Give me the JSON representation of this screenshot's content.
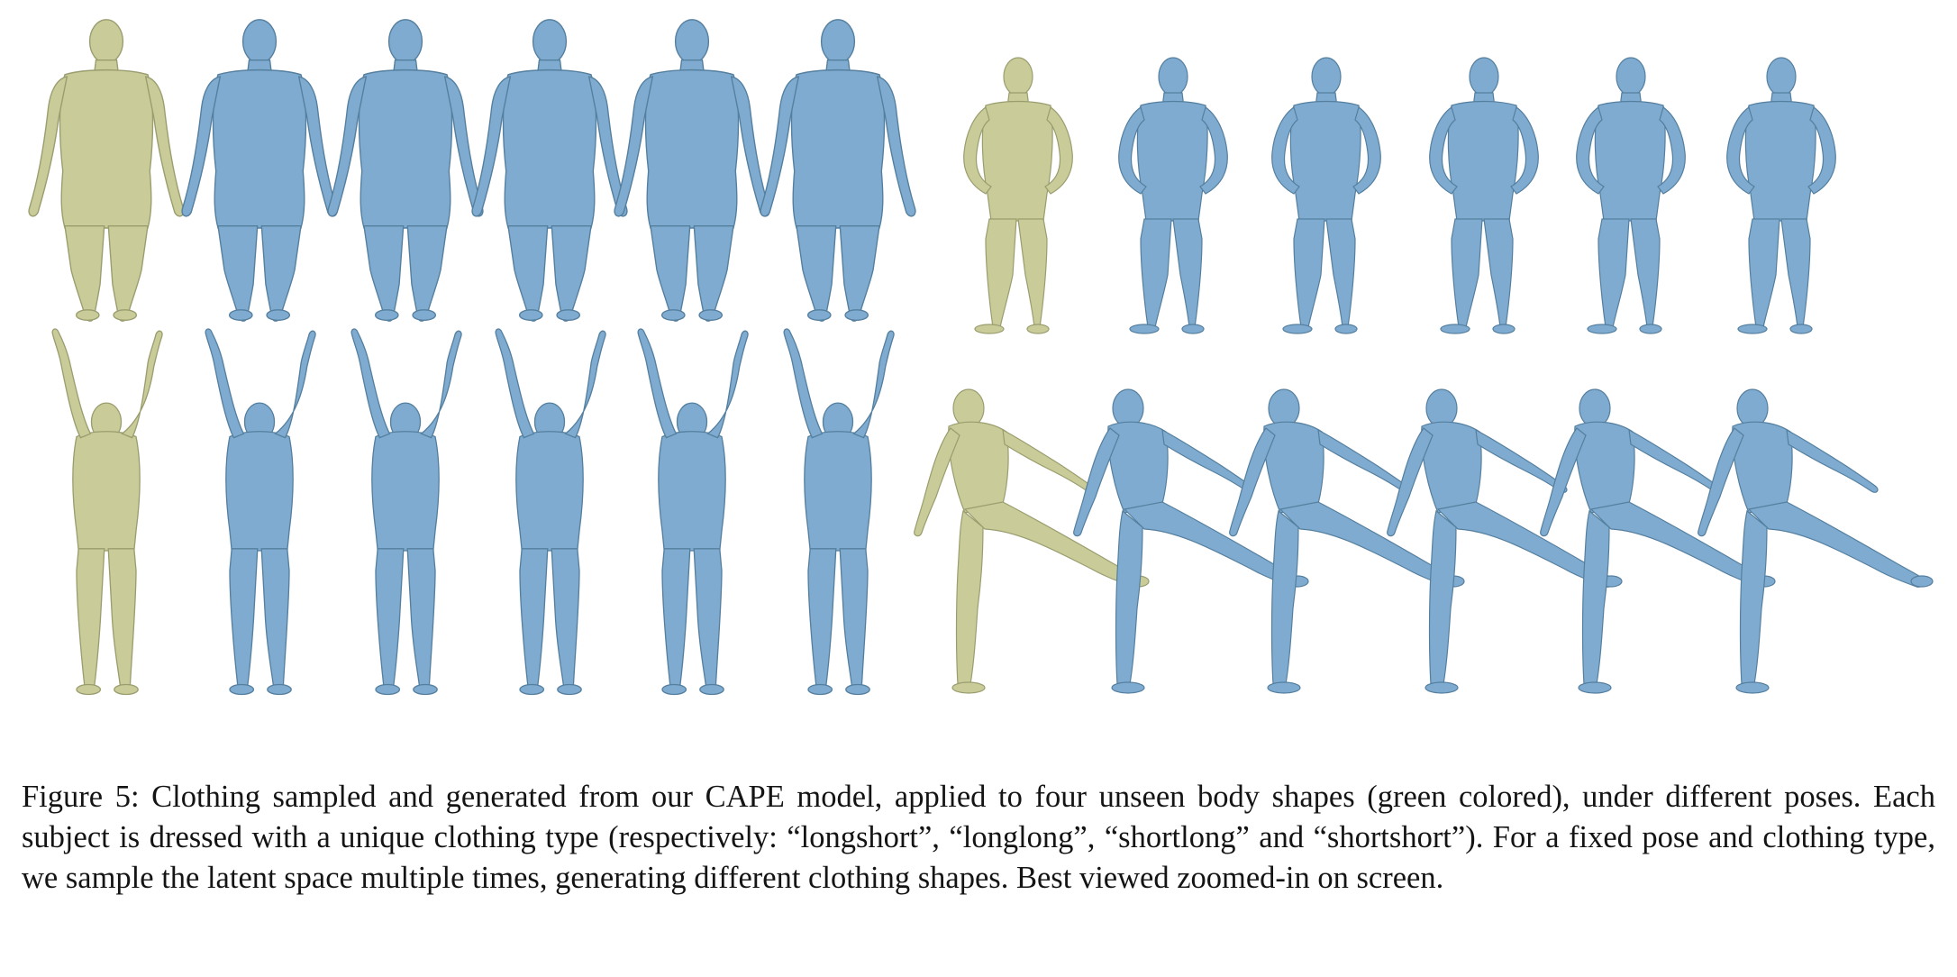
{
  "figure": {
    "body_color": "#c9cb99",
    "clothing_color": "#7eabcf",
    "groups": [
      {
        "clothing_type": "longshort",
        "pose": "a-pose",
        "samples": 5
      },
      {
        "clothing_type": "longlong",
        "pose": "hands-on-hips",
        "samples": 5
      },
      {
        "clothing_type": "shortlong",
        "pose": "arms-raised-back",
        "samples": 5
      },
      {
        "clothing_type": "shortshort",
        "pose": "kick",
        "samples": 5
      }
    ]
  },
  "caption": {
    "label": "Figure 5:",
    "text": " Clothing sampled and generated from our CAPE model, applied to four unseen body shapes (green colored), under different poses. Each subject is dressed with a unique clothing type (respectively: “longshort”, “longlong”, “shortlong” and “shortshort”). For a fixed pose and clothing type, we sample the latent space multiple times, generating different clothing shapes. Best viewed zoomed-in on screen."
  }
}
